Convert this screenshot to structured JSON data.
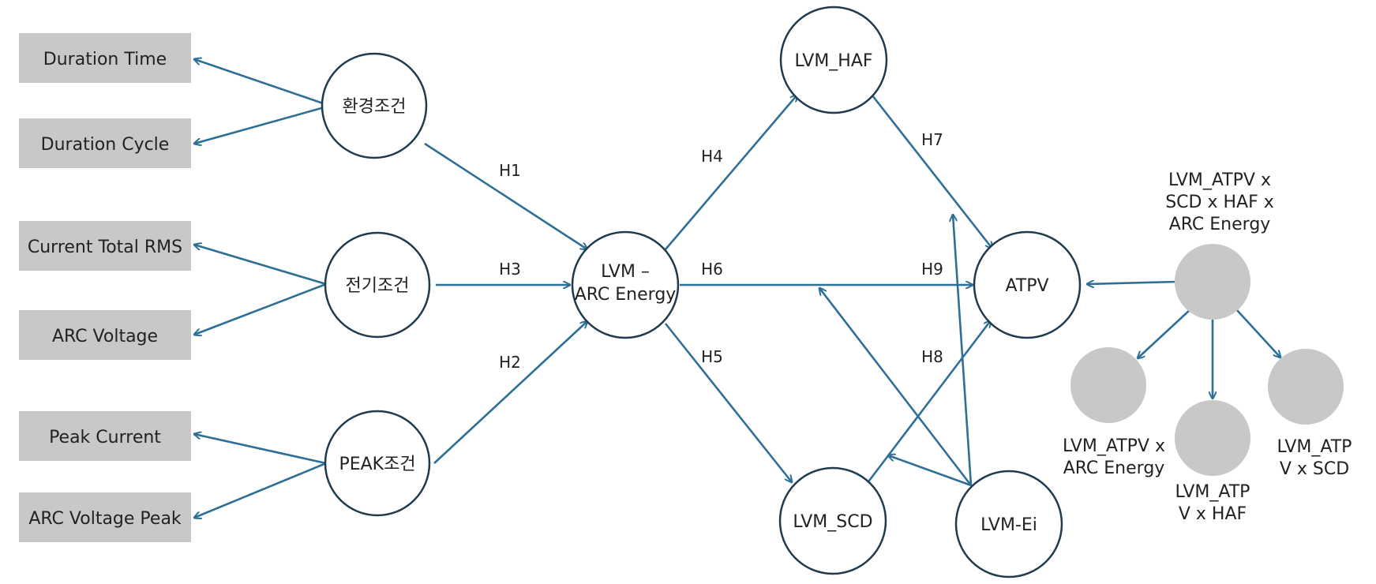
{
  "measures": {
    "duration_time": "Duration Time",
    "duration_cycle": "Duration Cycle",
    "current_total_rms": "Current Total RMS",
    "arc_voltage": "ARC Voltage",
    "peak_current": "Peak Current",
    "arc_voltage_peak": "ARC Voltage Peak"
  },
  "constructs": {
    "env": "환경조건",
    "elec": "전기조건",
    "peak": "PEAK조건",
    "lvm_arc_line1": "LVM –",
    "lvm_arc_line2": "ARC Energy",
    "lvm_haf": "LVM_HAF",
    "lvm_scd": "LVM_SCD",
    "lvm_ei": "LVM-Ei",
    "atpv": "ATPV"
  },
  "hypotheses": {
    "h1": "H1",
    "h2": "H2",
    "h3": "H3",
    "h4": "H4",
    "h5": "H5",
    "h6": "H6",
    "h7": "H7",
    "h8": "H8",
    "h9": "H9"
  },
  "interactions": {
    "main": [
      "LVM_ATPV x",
      "SCD x HAF x",
      "ARC Energy"
    ],
    "arc": [
      "LVM_ATPV x",
      "ARC Energy"
    ],
    "haf": [
      "LVM_ATP",
      "V x HAF"
    ],
    "scd": [
      "LVM_ATP",
      "V x SCD"
    ]
  },
  "colors": {
    "arrow": "#2e6f96",
    "node_border": "#1f3b4d",
    "box_fill": "#c8c8c8"
  }
}
